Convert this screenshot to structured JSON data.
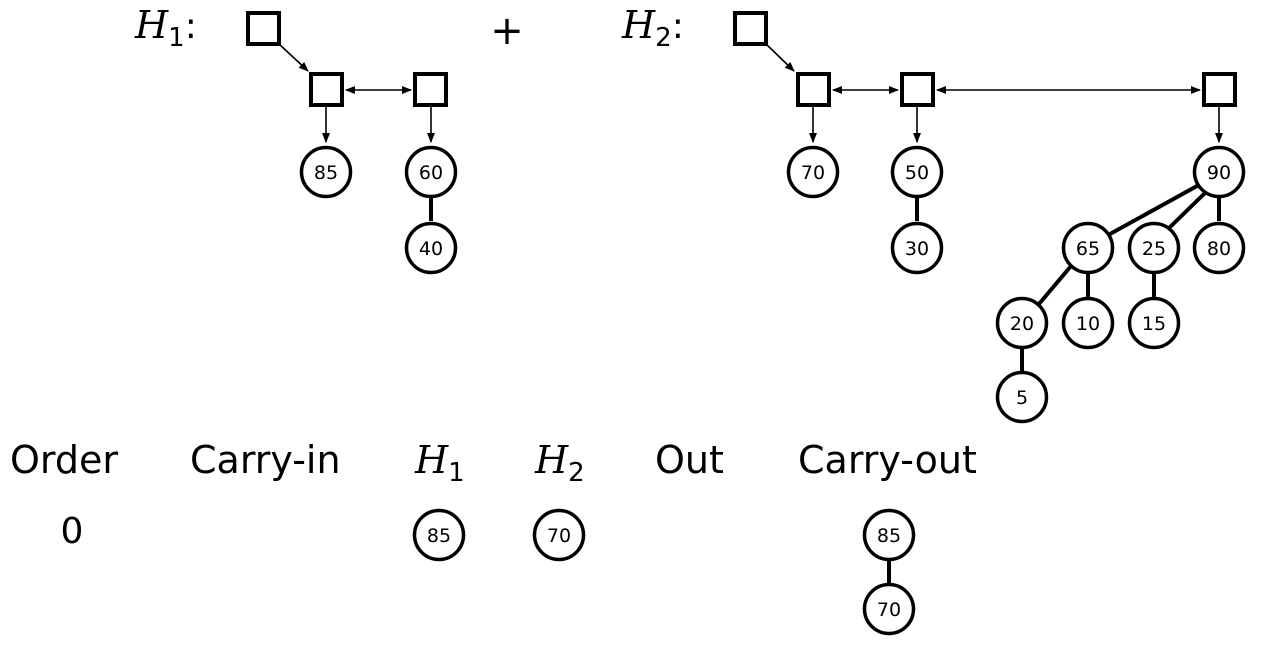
{
  "labels": {
    "h1": "H",
    "h1_sub": "1",
    "h2": "H",
    "h2_sub": "2",
    "colon": ":",
    "plus": "+"
  },
  "heap1": {
    "trees": [
      {
        "root": "85"
      },
      {
        "root": "60",
        "children": [
          "40"
        ]
      }
    ]
  },
  "heap2": {
    "trees": [
      {
        "root": "70"
      },
      {
        "root": "50",
        "children": [
          "30"
        ]
      },
      {
        "root": "90",
        "children": [
          "65",
          "25",
          "80"
        ],
        "grandchildren": {
          "65": [
            "20",
            "10"
          ],
          "25": [
            "15"
          ]
        },
        "greatgrandchildren": {
          "20": [
            "5"
          ]
        }
      }
    ]
  },
  "table": {
    "headers": {
      "order": "Order",
      "carry_in": "Carry-in",
      "h1": "H",
      "h1_sub": "1",
      "h2": "H",
      "h2_sub": "2",
      "out": "Out",
      "carry_out": "Carry-out"
    },
    "row": {
      "order": "0",
      "h1": "85",
      "h2": "70",
      "carry_out_root": "85",
      "carry_out_child": "70"
    }
  }
}
